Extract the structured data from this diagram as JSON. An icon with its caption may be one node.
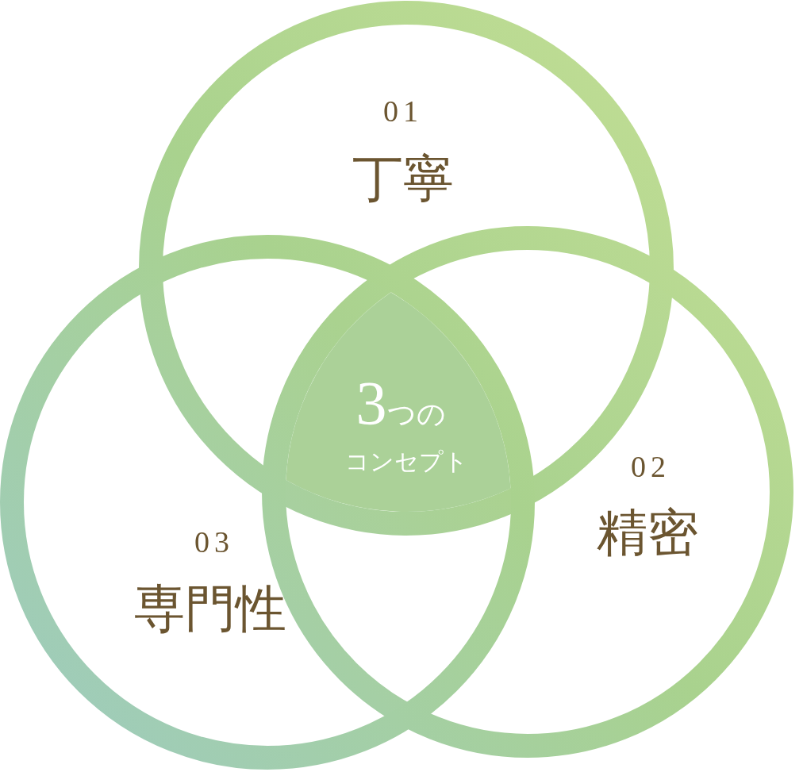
{
  "diagram": {
    "nodes": [
      {
        "text": [
          "01",
          "丁寧"
        ]
      },
      {
        "text": [
          "02",
          "精密"
        ]
      },
      {
        "text": [
          "03",
          "専門性"
        ]
      },
      {
        "text": [
          "3つの",
          "コンセプト"
        ]
      }
    ]
  }
}
